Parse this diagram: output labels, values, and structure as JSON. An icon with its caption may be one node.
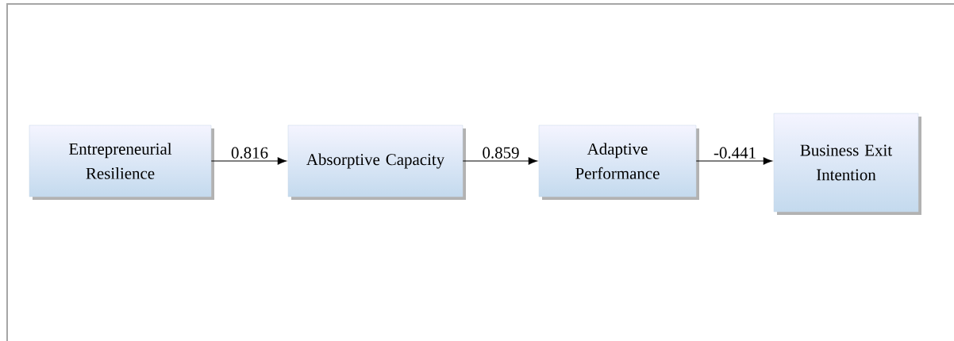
{
  "diagram": {
    "nodes": [
      {
        "text": [
          "Entrepreneurial Resilience"
        ]
      },
      {
        "text": [
          "Absorptive Capacity"
        ]
      },
      {
        "text": [
          "Adaptive Performance"
        ]
      },
      {
        "text": [
          "Business Exit Intention"
        ]
      }
    ],
    "edges": [
      {
        "from": 0,
        "to": 1,
        "arrow": "to",
        "label": "0.816"
      },
      {
        "from": 1,
        "to": 2,
        "arrow": "to",
        "label": "0.859"
      },
      {
        "from": 2,
        "to": 3,
        "arrow": "to",
        "label": "-0.441"
      }
    ]
  }
}
